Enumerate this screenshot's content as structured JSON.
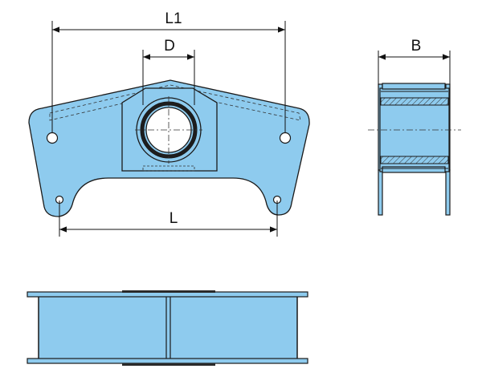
{
  "labels": {
    "l1": "L1",
    "d": "D",
    "b": "B",
    "l": "L"
  },
  "colors": {
    "fill": "#8ecbee",
    "stroke": "#1a1a1a",
    "background": "#ffffff"
  }
}
